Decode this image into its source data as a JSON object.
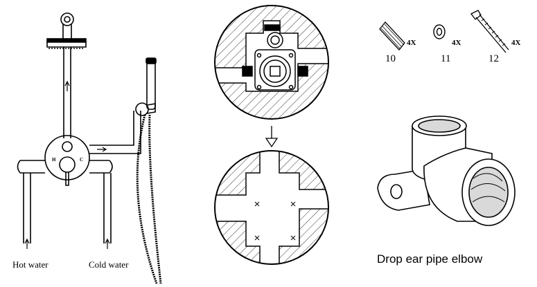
{
  "labels": {
    "hot_water": "Hot water",
    "cold_water": "Cold water",
    "mixer_hot_mark": "H",
    "mixer_cold_mark": "C",
    "elbow_caption": "Drop ear pipe elbow"
  },
  "parts": [
    {
      "number": "10",
      "quantity": "4X",
      "icon": "wall-plug-anchor-icon"
    },
    {
      "number": "11",
      "quantity": "4X",
      "icon": "washer-icon"
    },
    {
      "number": "12",
      "quantity": "4X",
      "icon": "screw-icon"
    }
  ],
  "colors": {
    "line": "#000000",
    "hatch": "#333333",
    "elbow_fill": "#d9d9d9"
  }
}
